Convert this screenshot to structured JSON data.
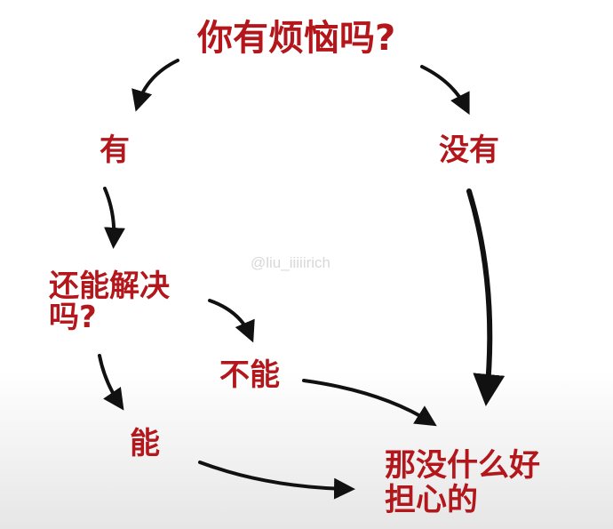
{
  "nodes": {
    "question": "你有烦恼吗?",
    "yes": "有",
    "no": "没有",
    "can_solve_line1": "还能解决",
    "can_solve_line2": "吗?",
    "cannot": "不能",
    "can": "能",
    "result_line1": "那没什么好",
    "result_line2": "担心的"
  },
  "watermark": "@liu_iiiiirich",
  "colors": {
    "text": "#b3161b",
    "arrow": "#111111"
  }
}
